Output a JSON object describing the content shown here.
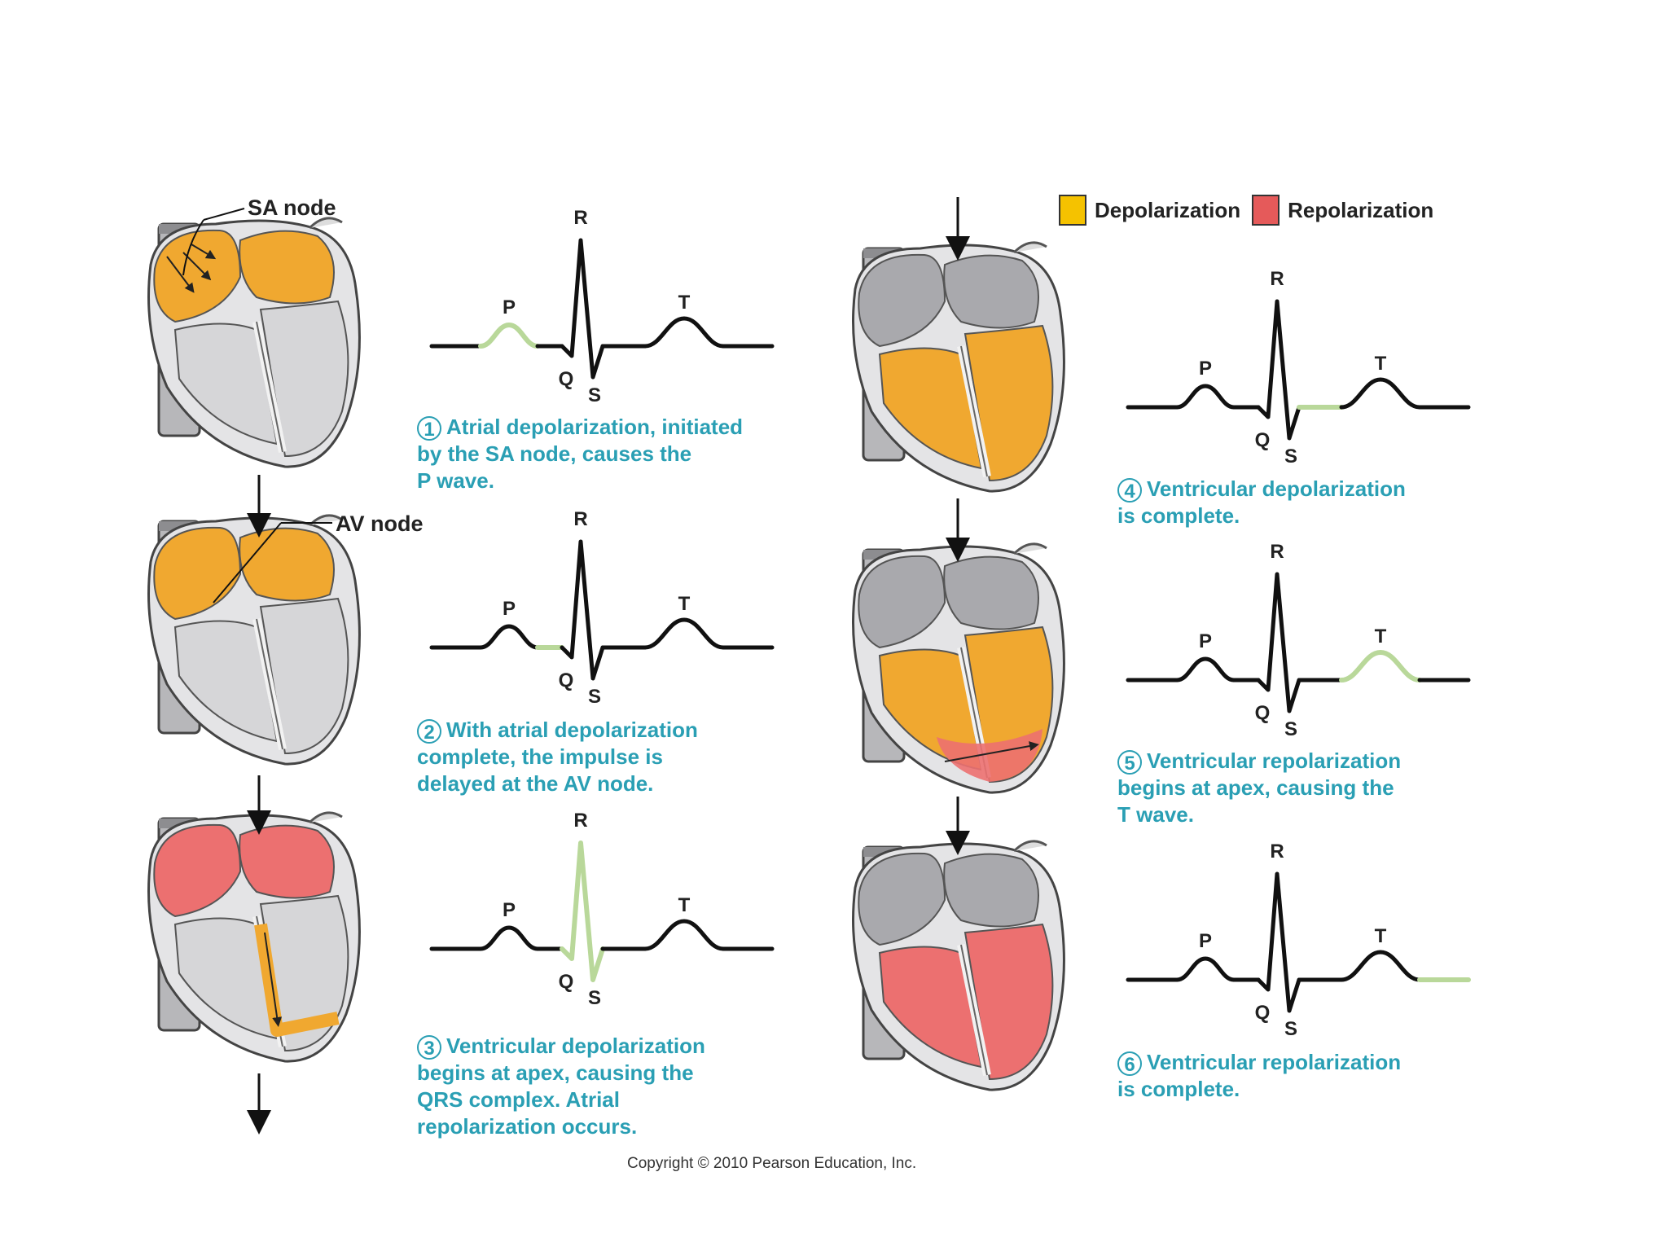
{
  "legend": {
    "depolarization_label": "Depolarization",
    "repolarization_label": "Repolarization",
    "depolarization_color": "#f5c200",
    "repolarization_color": "#e55a5a"
  },
  "colors": {
    "caption": "#2a9fb4",
    "trace": "#111111",
    "highlight": "#b9d89a",
    "depolarized": "#f0a830",
    "repolarized": "#ec7070",
    "tissue": "#c9c9cb"
  },
  "labels": {
    "sa_node": "SA node",
    "av_node": "AV node",
    "wave_p": "P",
    "wave_q": "Q",
    "wave_r": "R",
    "wave_s": "S",
    "wave_t": "T"
  },
  "steps": [
    {
      "number": "1",
      "caption": [
        "Atrial depolarization, initiated",
        "by the SA node, causes the",
        "P wave."
      ],
      "highlight": "P",
      "heart_state": "atria-depolarizing"
    },
    {
      "number": "2",
      "caption": [
        "With atrial depolarization",
        "complete, the impulse is",
        "delayed at the AV node."
      ],
      "highlight": "PR",
      "heart_state": "atria-depolarized"
    },
    {
      "number": "3",
      "caption": [
        "Ventricular depolarization",
        "begins at apex, causing the",
        "QRS complex. Atrial",
        "repolarization occurs."
      ],
      "highlight": "QRS",
      "heart_state": "ventricles-depolarizing"
    },
    {
      "number": "4",
      "caption": [
        "Ventricular depolarization",
        "is complete."
      ],
      "highlight": "ST",
      "heart_state": "ventricles-depolarized"
    },
    {
      "number": "5",
      "caption": [
        "Ventricular repolarization",
        "begins at apex, causing the",
        "T wave."
      ],
      "highlight": "T",
      "heart_state": "ventricles-repolarizing"
    },
    {
      "number": "6",
      "caption": [
        "Ventricular repolarization",
        "is complete."
      ],
      "highlight": "end",
      "heart_state": "ventricles-repolarized"
    }
  ],
  "copyright": "Copyright © 2010 Pearson Education, Inc."
}
